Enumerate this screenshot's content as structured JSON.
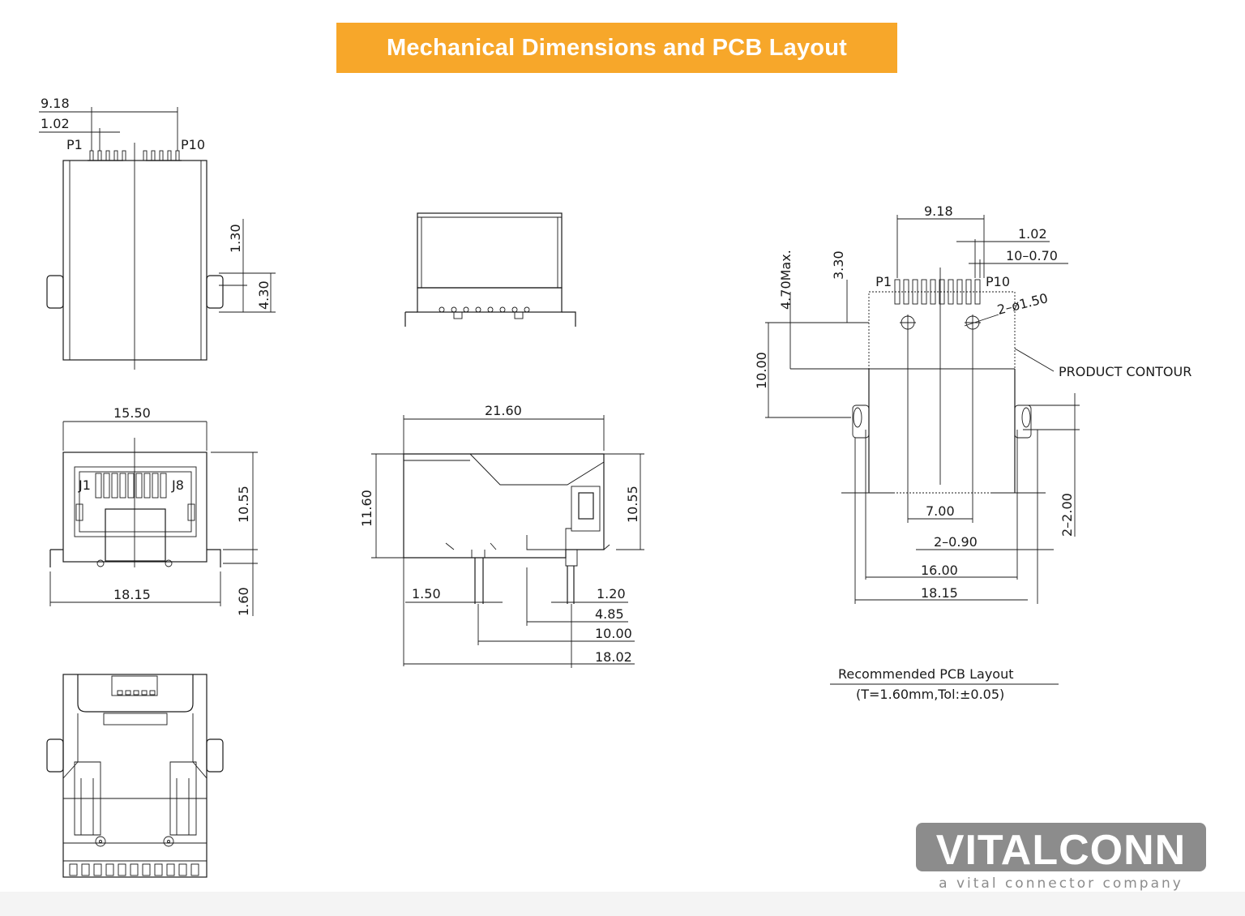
{
  "title": "Mechanical Dimensions and PCB Layout",
  "colors": {
    "banner": "#F7A72A",
    "line": "#1a1a1a",
    "logo": "#8c8c8c"
  },
  "top_view": {
    "pitch_total": "9.18",
    "pitch": "1.02",
    "pin_first": "P1",
    "pin_last": "P10",
    "dim_a": "1.30",
    "dim_b": "4.30"
  },
  "front_view": {
    "width_top": "15.50",
    "width_bottom": "18.15",
    "height": "10.55",
    "tail": "1.60",
    "jack_first": "J1",
    "jack_last": "J8"
  },
  "side_view": {
    "length": "21.60",
    "height_left": "11.60",
    "height_right": "10.55",
    "d1": "1.50",
    "d2": "1.20",
    "d3": "4.85",
    "d4": "10.00",
    "d5": "18.02"
  },
  "pcb_layout": {
    "pitch_total": "9.18",
    "pitch": "1.02",
    "pad": "10–0.70",
    "hole": "2–ø1.50",
    "max_h": "4.70Max.",
    "d330": "3.30",
    "d1000": "10.00",
    "pin_first": "P1",
    "pin_last": "P10",
    "contour": "PRODUCT  CONTOUR",
    "holes_span": "7.00",
    "slot": "2–0.90",
    "w1600": "16.00",
    "w1815": "18.15",
    "d200": "2–2.00",
    "caption_line1": "Recommended  PCB  Layout",
    "caption_line2": "(T=1.60mm,Tol:±0.05)"
  },
  "logo": {
    "brand": "VITALCONN",
    "tagline": "a vital connector company"
  }
}
